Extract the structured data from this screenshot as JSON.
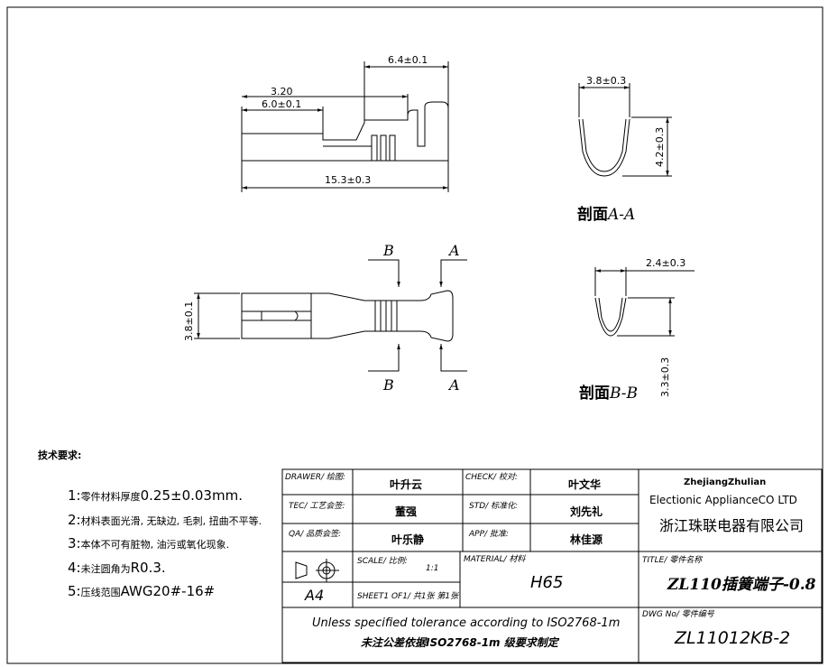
{
  "drawing": {
    "top_view": {
      "dim_top": "6.4±0.1",
      "dim_a": "3.20",
      "dim_b": "6.0±0.1",
      "dim_total": "15.3±0.3"
    },
    "section_aa": {
      "width": "3.8±0.3",
      "height": "4.2±0.3",
      "label_cn": "剖面",
      "label_en": "A-A"
    },
    "section_bb": {
      "width": "2.4±0.3",
      "height": "3.3±0.3",
      "label_cn": "剖面",
      "label_en": "B-B"
    },
    "front_view": {
      "height": "3.8±0.1",
      "mark_a": "A",
      "mark_b": "B"
    }
  },
  "requirements": {
    "title": "技术要求:",
    "items": [
      {
        "prefix": "1:",
        "cn": "零件材料厚度",
        "val": "0.25±0.03mm."
      },
      {
        "prefix": "2:",
        "cn": "材料表面光滑, 无缺边, 毛刺, 扭曲不平等.",
        "val": ""
      },
      {
        "prefix": "3:",
        "cn": "本体不可有脏物, 油污或氧化现象.",
        "val": ""
      },
      {
        "prefix": "4:",
        "cn": "未注圆角为",
        "val": "R0.3."
      },
      {
        "prefix": "5:",
        "cn": "压线范围",
        "val": "AWG20#-16#"
      }
    ]
  },
  "title_block": {
    "drawer_label": "DRAWER/ 绘图:",
    "drawer": "叶升云",
    "check_label": "CHECK/ 校对:",
    "check": "叶文华",
    "tec_label": "TEC/ 工艺会签:",
    "tec": "董强",
    "std_label": "STD/ 标准化:",
    "std": "刘先礼",
    "qa_label": "QA/ 品质会签:",
    "qa": "叶乐静",
    "app_label": "APP/ 批准:",
    "app": "林佳源",
    "company_en1": "ZhejiangZhulian",
    "company_en2": "Electionic ApplianceCO LTD",
    "company_cn": "浙江珠联电器有限公司",
    "scale_label": "SCALE/ 比例:",
    "scale": "1:1",
    "material_label": "MATERIAL/ 材料",
    "material": "H65",
    "title_label": "TITLE/ 零件名称",
    "title": "ZL110插簧端子-0.8",
    "paper": "A4",
    "sheet": "SHEET1 OF1/ 共1张 第1张",
    "dwg_label": "DWG No/ 零件编号",
    "dwg": "ZL11012KB-2",
    "tolerance_en": "Unless specified tolerance according to ISO2768-1m",
    "tolerance_cn": "未注公差依据ISO2768-1m 级要求制定"
  }
}
